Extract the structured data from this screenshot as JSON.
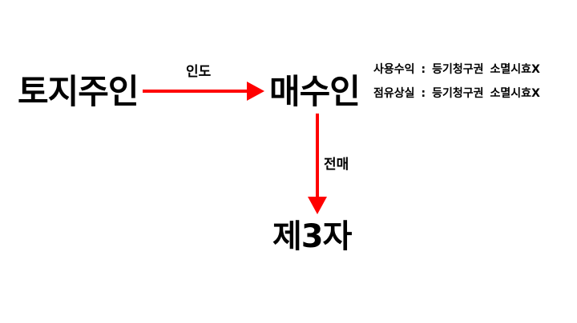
{
  "nodes": {
    "owner": "토지주인",
    "buyer": "매수인",
    "third_party": "제3자"
  },
  "edges": {
    "handover": {
      "label": "인도",
      "color": "#ff0000"
    },
    "resale": {
      "label": "전매",
      "color": "#ff0000"
    }
  },
  "notes": [
    {
      "term": "사용수익",
      "separator": ":",
      "claim": "등기청구권",
      "status": "소멸시효X"
    },
    {
      "term": "점유상실",
      "separator": ":",
      "claim": "등기청구권",
      "status": "소멸시효X"
    }
  ]
}
